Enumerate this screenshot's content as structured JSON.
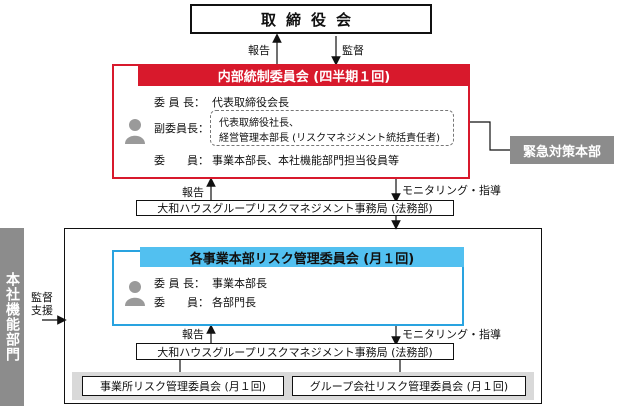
{
  "board": "取締役会",
  "arrows": {
    "report": "報告",
    "supervise": "監督",
    "monitoring": "モニタリング・指導",
    "supervise_support_1": "監督",
    "supervise_support_2": "支援"
  },
  "internal_committee": {
    "title": "内部統制委員会 (四半期１回)",
    "chair_label": "委 員 長：",
    "chair_value": "代表取締役会長",
    "vice_label": "副委員長：",
    "vice_value_1": "代表取締役社長、",
    "vice_value_2": "経営管理本部長 (リスクマネジメント統括責任者)",
    "members_label": "委　　員：",
    "members_value": "事業本部長、本社機能部門担当役員等"
  },
  "emergency": "緊急対策本部",
  "risk_office_1": "大和ハウスグループリスクマネジメント事務局 (法務部)",
  "hq_functions": "本社機能部門",
  "division_committee": {
    "title": "各事業本部リスク管理委員会 (月１回)",
    "chair_label": "委 員 長：",
    "chair_value": "事業本部長",
    "members_label": "委　　員：",
    "members_value": "各部門長"
  },
  "risk_office_2": "大和ハウスグループリスクマネジメント事務局 (法務部)",
  "office_committee": "事業所リスク管理委員会 (月１回)",
  "group_committee": "グループ会社リスク管理委員会 (月１回)",
  "colors": {
    "red": "#d8192c",
    "blue": "#52c0f0",
    "gray": "#8c8c8c"
  },
  "icons": [
    "person-icon",
    "person-icon"
  ]
}
